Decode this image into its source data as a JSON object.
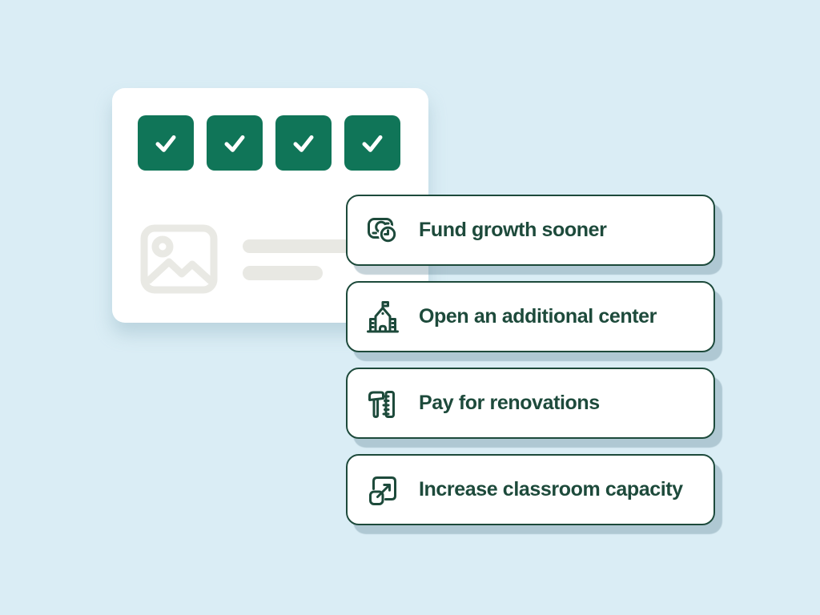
{
  "theme": {
    "background": "#DAEDF5",
    "surface": "#FFFFFF",
    "accent_green": "#107558",
    "dark_green": "#1D4A3B",
    "muted_gray": "#E9E9E4",
    "bar_gray": "#E8E8E3",
    "shadow_blue": "rgba(106,140,154,0.38)"
  },
  "checklist_card": {
    "checkmark_count": "4",
    "check_icon": "checkmark-icon",
    "media_icon": "image-placeholder-icon",
    "text_placeholder_lines": "2"
  },
  "options": [
    {
      "icon": "cash-clock-icon",
      "label": "Fund growth sooner"
    },
    {
      "icon": "school-building-icon",
      "label": "Open an additional center"
    },
    {
      "icon": "hammer-ruler-icon",
      "label": "Pay for renovations"
    },
    {
      "icon": "expand-icon",
      "label": "Increase classroom capacity"
    }
  ]
}
